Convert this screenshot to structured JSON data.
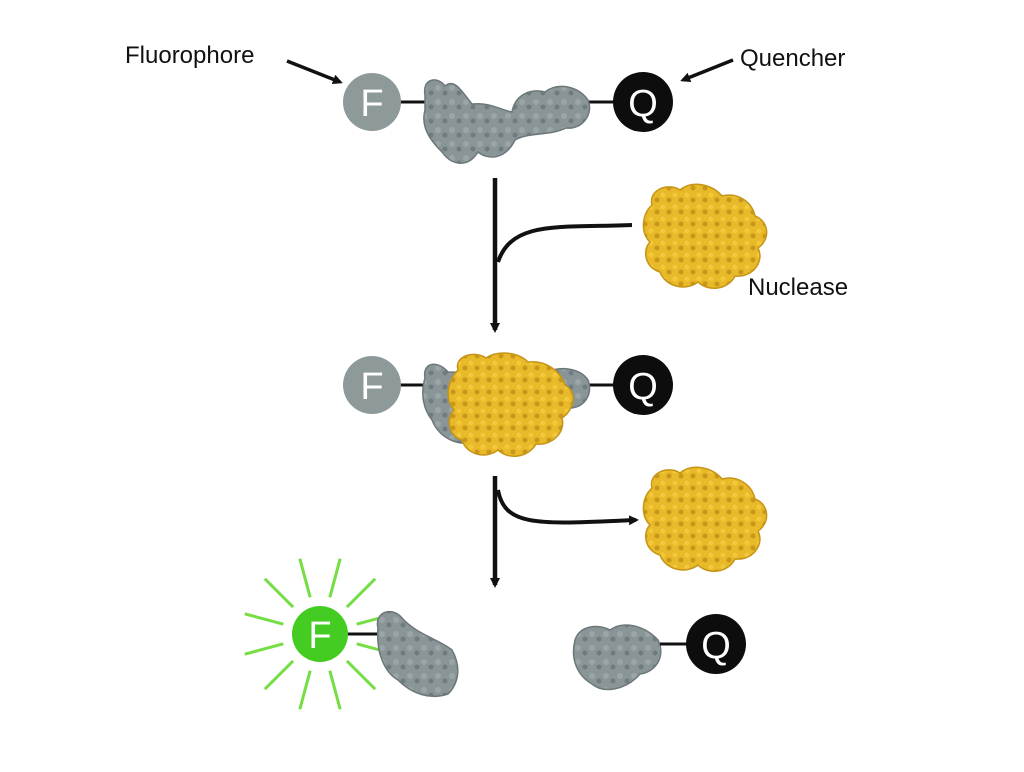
{
  "labels": {
    "fluorophore": "Fluorophore",
    "quencher": "Quencher",
    "nuclease": "Nuclease"
  },
  "glyphs": {
    "fluorophore": "F",
    "quencher": "Q"
  },
  "colors": {
    "fluorophore_quenched": "#8e9a99",
    "fluorophore_emitting": "#44cc22",
    "emission_rays": "#77dd44",
    "quencher": "#0d0d0d",
    "substrate": "#8a9597",
    "nuclease": "#e8b928",
    "arrows": "#111111"
  }
}
